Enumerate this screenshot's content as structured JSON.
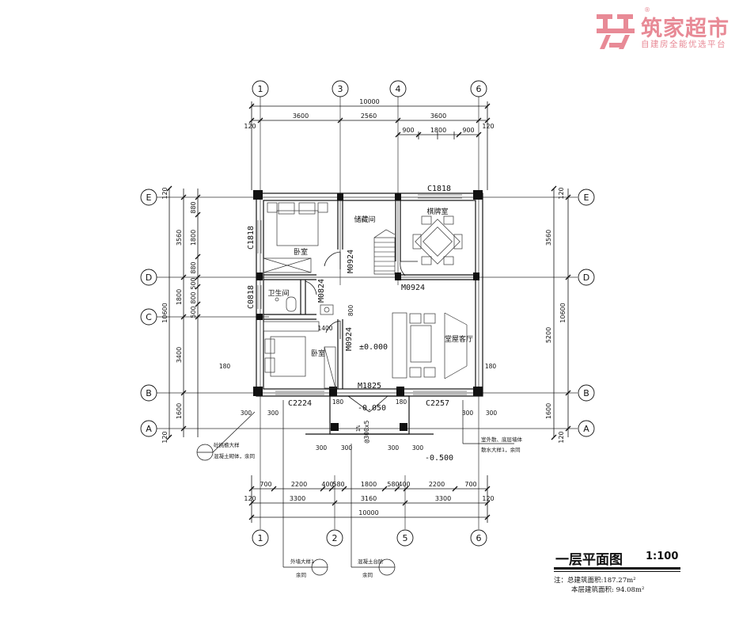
{
  "brand": {
    "name": "筑家超市",
    "tagline": "自建房全能优选平台",
    "reg_mark": "®",
    "color": "#e88a96"
  },
  "title": {
    "main": "一层平面图",
    "scale": "1:100",
    "note1": "注：总建筑面积:187.27m²",
    "note2": "本层建筑面积: 94.08m²"
  },
  "axes": {
    "top": [
      "1",
      "3",
      "4",
      "6"
    ],
    "bottom": [
      "1",
      "2",
      "5",
      "6"
    ],
    "left": [
      "E",
      "D",
      "C",
      "B",
      "A"
    ],
    "right": [
      "E",
      "D",
      "B",
      "A"
    ]
  },
  "dims": {
    "top_total": "10000",
    "top_row": [
      "3600",
      "2560",
      "3600"
    ],
    "top_sub": [
      "900",
      "1800",
      "900"
    ],
    "side_offset": "120",
    "bottom_row1": [
      "700",
      "2200",
      "400",
      "580",
      "1800",
      "580",
      "400",
      "2200",
      "700"
    ],
    "bottom_row2": [
      "3300",
      "3160",
      "3300"
    ],
    "bottom_total": "10000",
    "left_outer": [
      "3560",
      "1800",
      "3400",
      "1600"
    ],
    "left_total": "10600",
    "left_inner": [
      "880",
      "1800",
      "880",
      "500",
      "800",
      "500"
    ],
    "right_row": [
      "3560",
      "5200",
      "1600"
    ],
    "right_total": "10600",
    "small": [
      "300",
      "180",
      "1400",
      "800"
    ]
  },
  "rooms": {
    "bedroom": "卧室",
    "storage": "储藏间",
    "mahjong": "棋牌室",
    "bathroom": "卫生间",
    "living": "堂屋客厅"
  },
  "labels": {
    "c1818_top": "C1818",
    "c1818_left": "C1818",
    "c0818": "C0818",
    "m0924_a": "M0924",
    "m0924_b": "M0924",
    "m0924_c": "M0924",
    "m0824": "M0824",
    "m1825": "M1825",
    "c2224": "C2224",
    "c2257": "C2257",
    "level_0": "±0.000",
    "level_50": "-0.050",
    "level_500": "-0.500",
    "step": "@300x5",
    "slope": "1%"
  },
  "callouts": {
    "left_box1": "砼挑檐大样",
    "left_box2": "混凝土砌体，余同",
    "right_box1": "室外散、底层墙体",
    "right_box2": "散水大样1，余同",
    "bottom_left": "外墙大样1",
    "bottom_left2": "余同",
    "bottom_right": "混凝土台阶",
    "bottom_right2": "余同"
  }
}
